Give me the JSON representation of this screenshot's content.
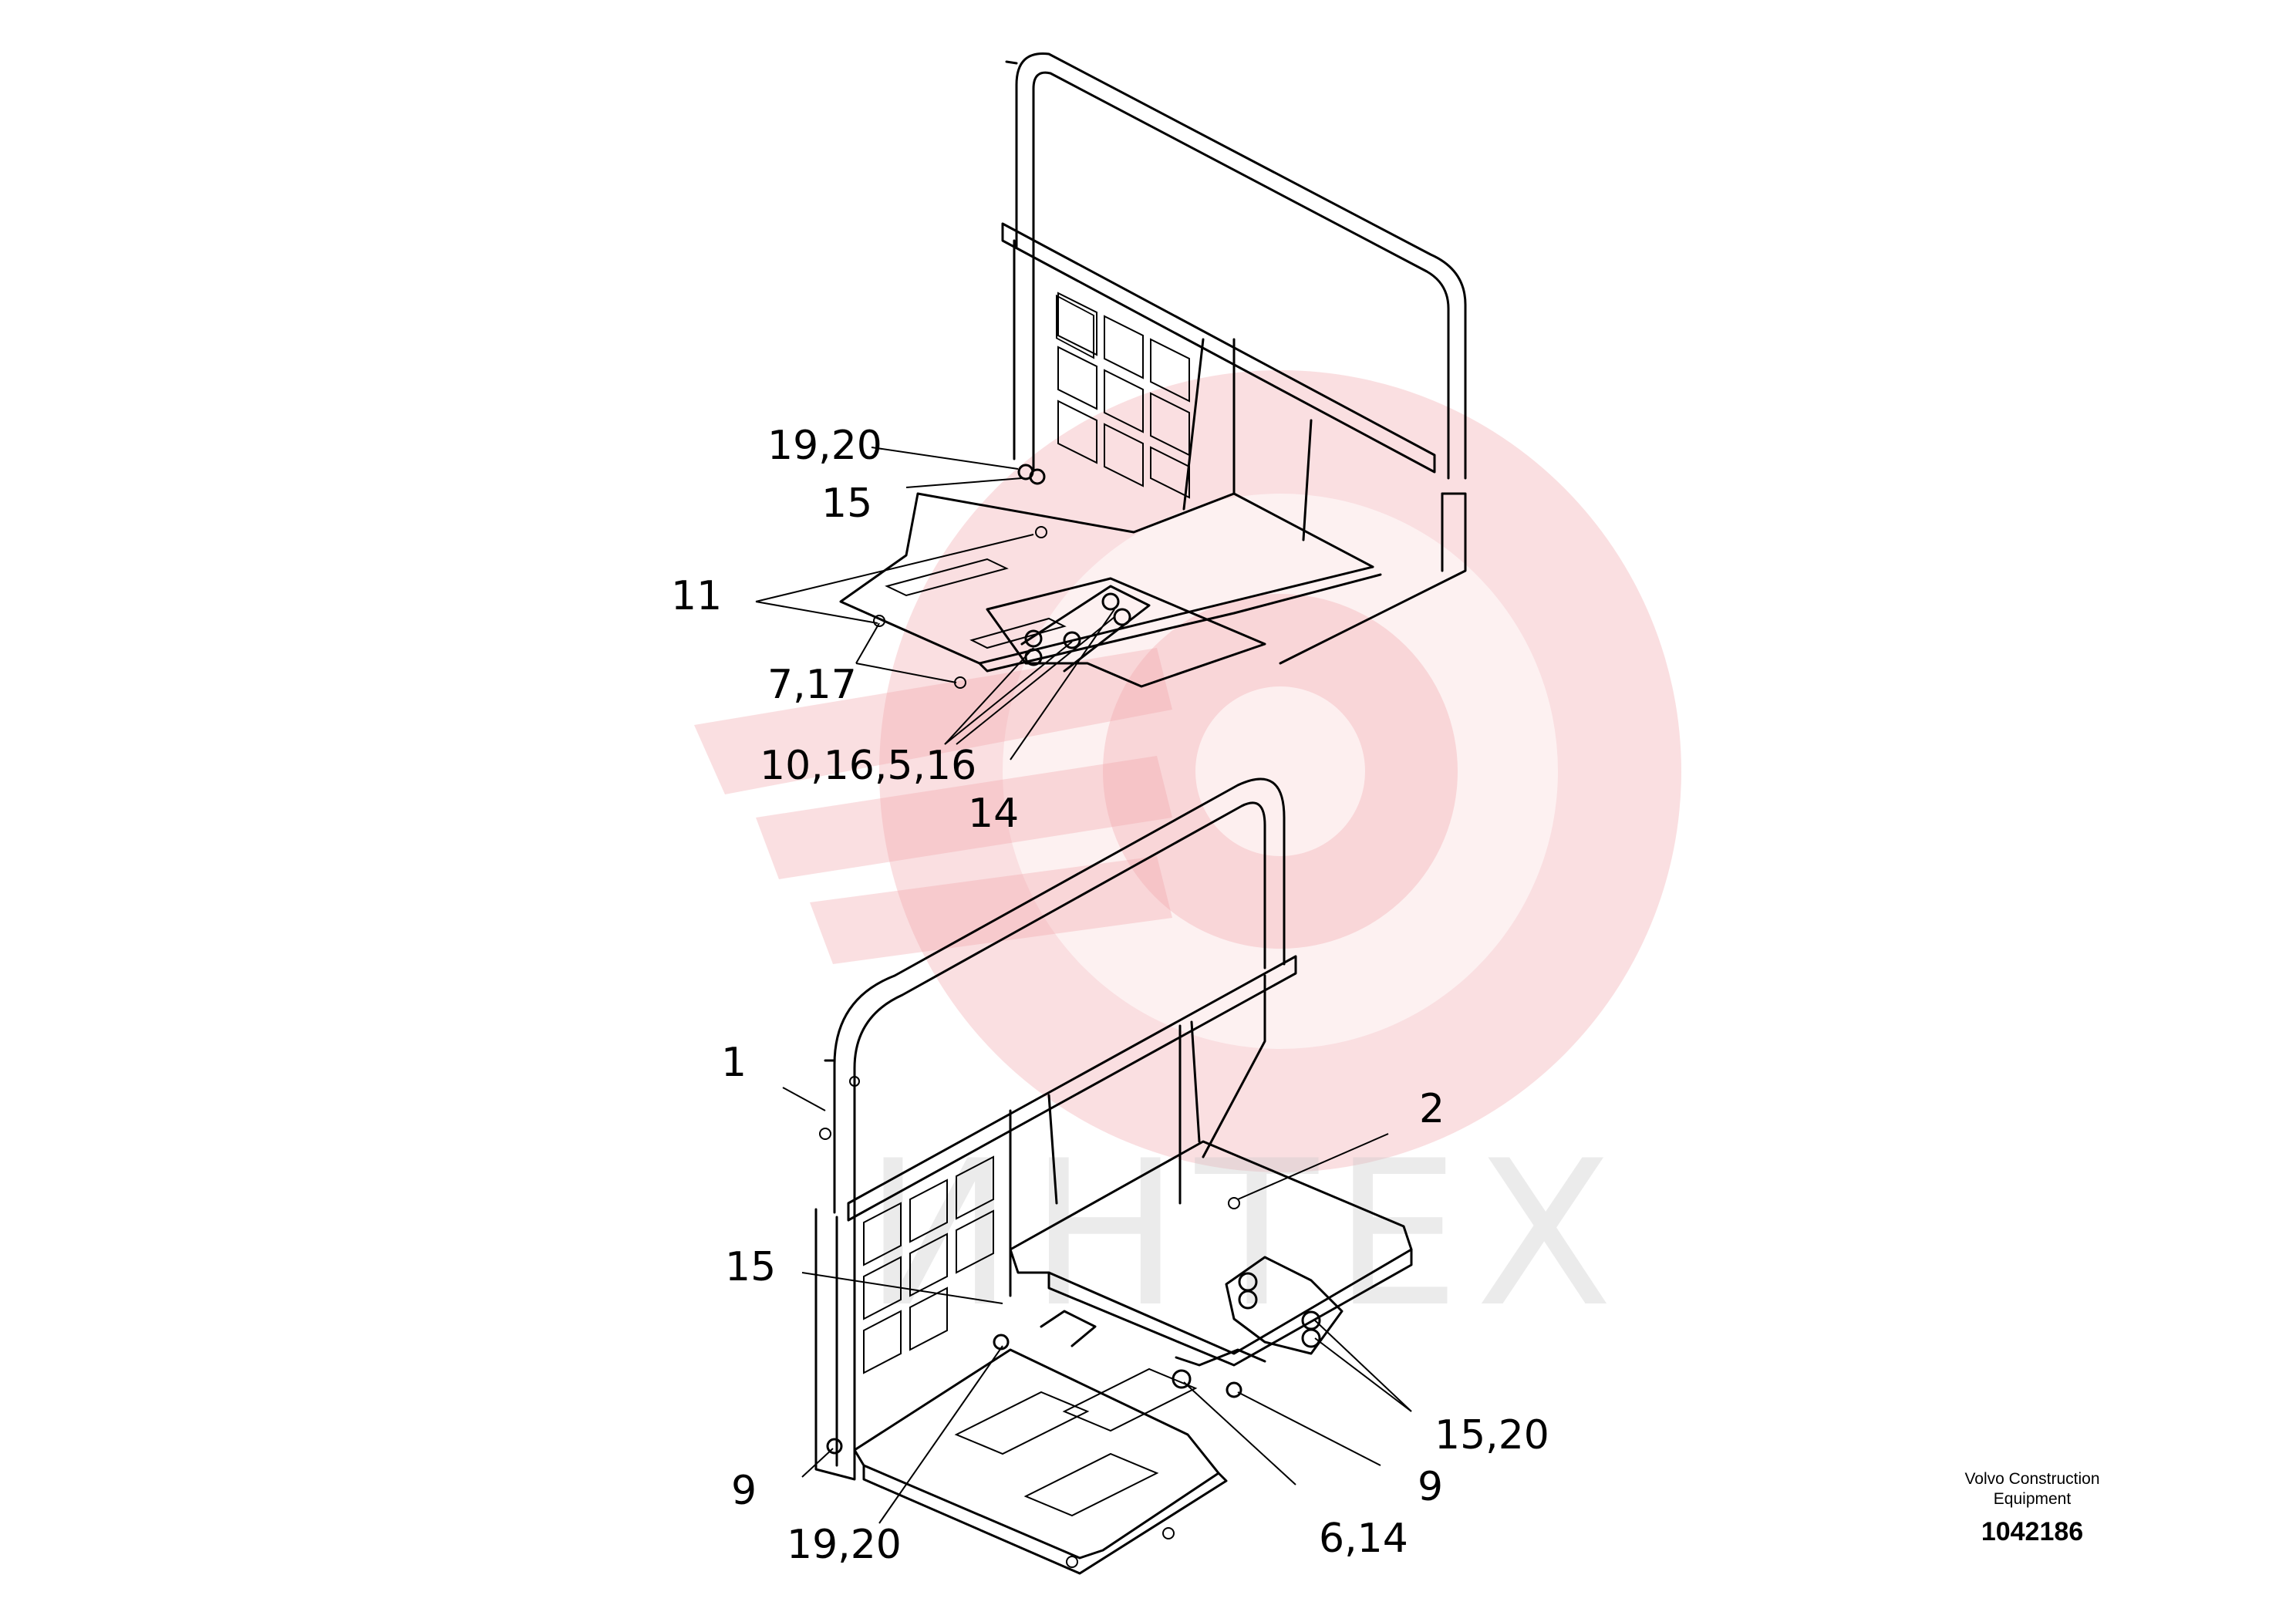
{
  "watermark": {
    "text": "ИНТЕХ",
    "color": "#f2a3a8"
  },
  "brand": {
    "company_line1": "Volvo Construction",
    "company_line2": "Equipment",
    "drawing_number": "1042186"
  },
  "callouts_top": [
    "19,20",
    "15",
    "11",
    "7,17",
    "10,16,5,16",
    "14"
  ],
  "callouts_bottom": [
    "1",
    "2",
    "15",
    "15,20",
    "9",
    "19,20",
    "6,14",
    "9"
  ]
}
